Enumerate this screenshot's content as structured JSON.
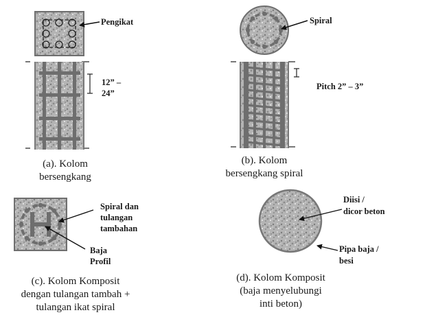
{
  "panel_a": {
    "label_tie": "Pengikat",
    "spacing_line1": "12” –",
    "spacing_line2": "24”",
    "caption_line1": "(a). Kolom",
    "caption_line2": "bersengkang"
  },
  "panel_b": {
    "label_spiral": "Spiral",
    "pitch": "Pitch 2” – 3”",
    "caption_line1": "(b). Kolom",
    "caption_line2": "bersengkang spiral"
  },
  "panel_c": {
    "label_spiral_line1": "Spiral dan",
    "label_spiral_line2": "tulangan",
    "label_spiral_line3": "tambahan",
    "label_profile_line1": "Baja",
    "label_profile_line2": "Profil",
    "caption_line1": "(c). Kolom Komposit",
    "caption_line2": "dengan tulangan tambah +",
    "caption_line3": "tulangan ikat spiral"
  },
  "panel_d": {
    "label_fill_line1": "Diisi /",
    "label_fill_line2": "dicor beton",
    "label_pipe_line1": "Pipa baja /",
    "label_pipe_line2": "besi",
    "caption_line1": "(d). Kolom Komposit",
    "caption_line2": "(baja menyelubungi",
    "caption_line3": "inti beton)"
  },
  "colors": {
    "concrete": "#b4b4b4",
    "steel": "#6e6e6e",
    "text": "#1a1a1a"
  },
  "icons": [
    "arrow-icon"
  ]
}
